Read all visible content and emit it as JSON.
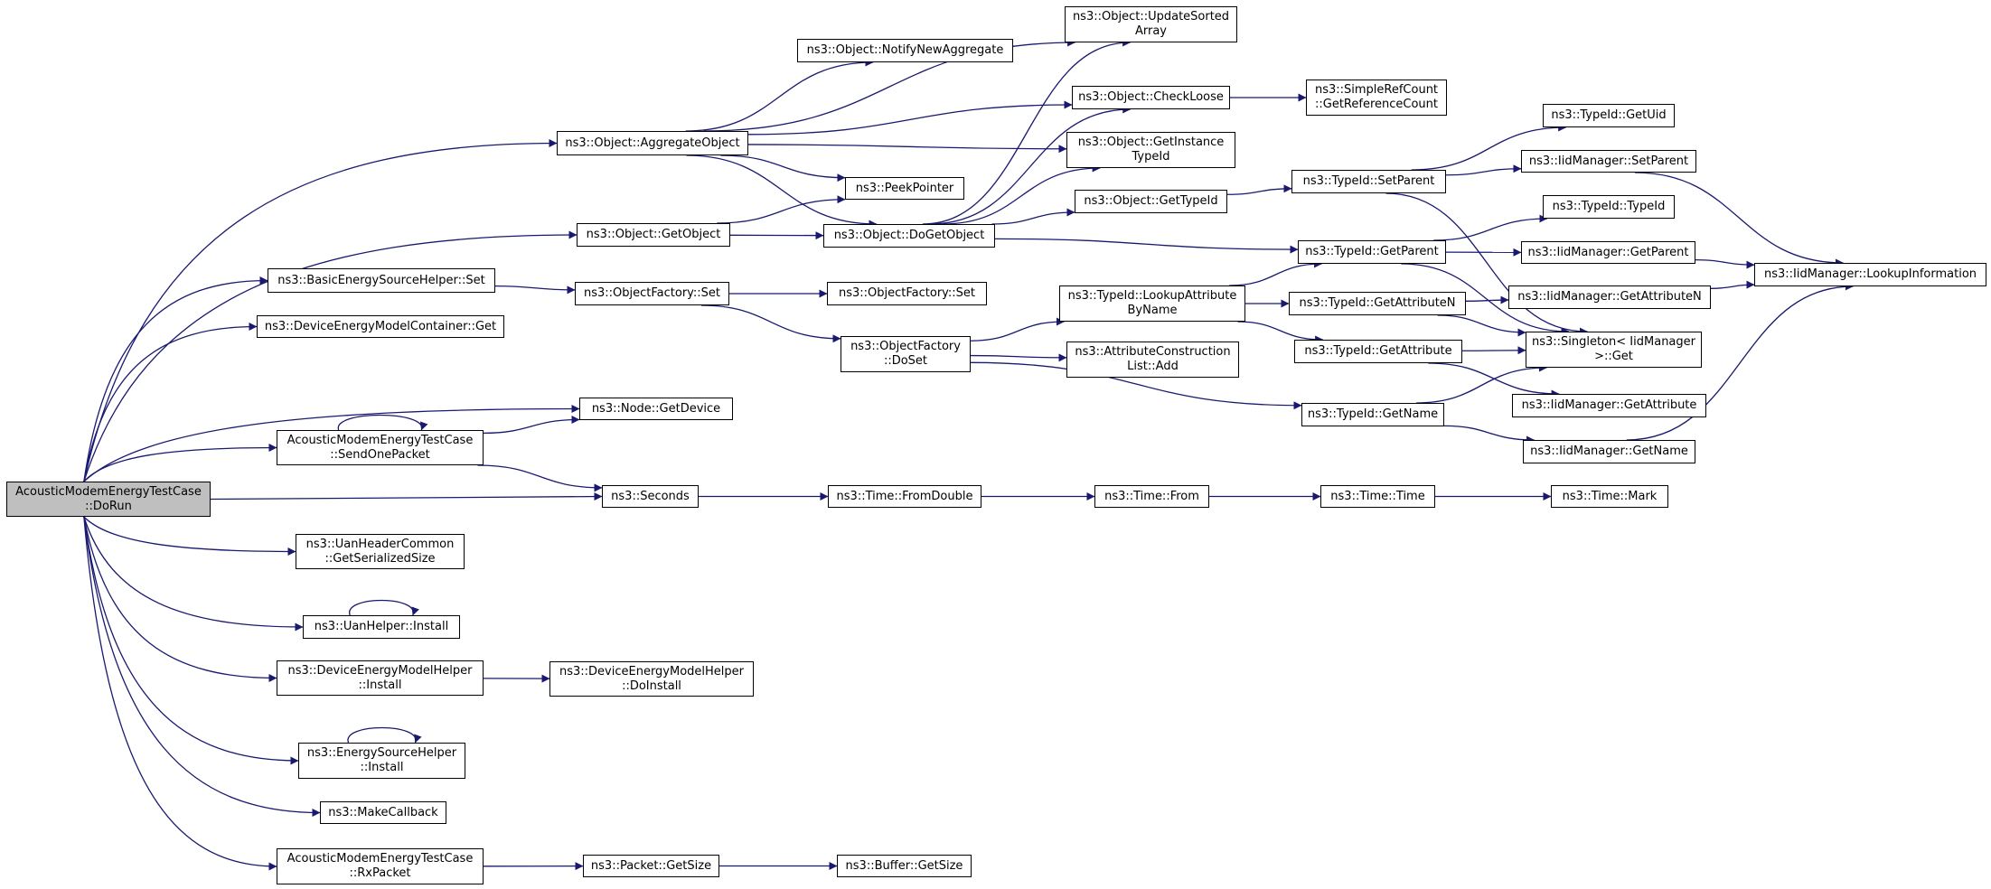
{
  "colors": {
    "edge": "#191970",
    "node_border": "#000000",
    "node_fill": "#ffffff",
    "root_fill": "#bfbfbf"
  },
  "nodes": [
    {
      "id": "root",
      "lines": [
        "AcousticModemEnergyTestCase",
        "::DoRun"
      ]
    },
    {
      "id": "aggregate",
      "lines": [
        "ns3::Object::AggregateObject"
      ]
    },
    {
      "id": "getobject",
      "lines": [
        "ns3::Object::GetObject"
      ]
    },
    {
      "id": "basicset",
      "lines": [
        "ns3::BasicEnergySourceHelper::Set"
      ]
    },
    {
      "id": "demcget",
      "lines": [
        "ns3::DeviceEnergyModelContainer::Get"
      ]
    },
    {
      "id": "sendone",
      "lines": [
        "AcousticModemEnergyTestCase",
        "::SendOnePacket"
      ]
    },
    {
      "id": "nodegetdevice",
      "lines": [
        "ns3::Node::GetDevice"
      ]
    },
    {
      "id": "seconds",
      "lines": [
        "ns3::Seconds"
      ]
    },
    {
      "id": "uanheader",
      "lines": [
        "ns3::UanHeaderCommon",
        "::GetSerializedSize"
      ]
    },
    {
      "id": "uanhelper",
      "lines": [
        "ns3::UanHelper::Install"
      ]
    },
    {
      "id": "demhelper",
      "lines": [
        "ns3::DeviceEnergyModelHelper",
        "::Install"
      ]
    },
    {
      "id": "demdoinstall",
      "lines": [
        "ns3::DeviceEnergyModelHelper",
        "::DoInstall"
      ]
    },
    {
      "id": "eshelper",
      "lines": [
        "ns3::EnergySourceHelper",
        "::Install"
      ]
    },
    {
      "id": "makecallback",
      "lines": [
        "ns3::MakeCallback"
      ]
    },
    {
      "id": "rxpacket",
      "lines": [
        "AcousticModemEnergyTestCase",
        "::RxPacket"
      ]
    },
    {
      "id": "packetgetsize",
      "lines": [
        "ns3::Packet::GetSize"
      ]
    },
    {
      "id": "buffergetsize",
      "lines": [
        "ns3::Buffer::GetSize"
      ]
    },
    {
      "id": "updatesorted",
      "lines": [
        "ns3::Object::UpdateSorted",
        "Array"
      ]
    },
    {
      "id": "notifynew",
      "lines": [
        "ns3::Object::NotifyNewAggregate"
      ]
    },
    {
      "id": "checkloose",
      "lines": [
        "ns3::Object::CheckLoose"
      ]
    },
    {
      "id": "getinstance",
      "lines": [
        "ns3::Object::GetInstance",
        "TypeId"
      ]
    },
    {
      "id": "peek",
      "lines": [
        "ns3::PeekPointer"
      ]
    },
    {
      "id": "dogetobject",
      "lines": [
        "ns3::Object::DoGetObject"
      ]
    },
    {
      "id": "objgettypeid",
      "lines": [
        "ns3::Object::GetTypeId"
      ]
    },
    {
      "id": "ofset",
      "lines": [
        "ns3::ObjectFactory::Set"
      ]
    },
    {
      "id": "ofset2",
      "lines": [
        "ns3::ObjectFactory::Set"
      ]
    },
    {
      "id": "ofdoset",
      "lines": [
        "ns3::ObjectFactory",
        "::DoSet"
      ]
    },
    {
      "id": "lookupattr",
      "lines": [
        "ns3::TypeId::LookupAttribute",
        "ByName"
      ]
    },
    {
      "id": "attrconst",
      "lines": [
        "ns3::AttributeConstruction",
        "List::Add"
      ]
    },
    {
      "id": "fromdouble",
      "lines": [
        "ns3::Time::FromDouble"
      ]
    },
    {
      "id": "timefrom",
      "lines": [
        "ns3::Time::From"
      ]
    },
    {
      "id": "timetime",
      "lines": [
        "ns3::Time::Time"
      ]
    },
    {
      "id": "timemark",
      "lines": [
        "ns3::Time::Mark"
      ]
    },
    {
      "id": "simplerefcount",
      "lines": [
        "ns3::SimpleRefCount",
        "::GetReferenceCount"
      ]
    },
    {
      "id": "tidsetparent",
      "lines": [
        "ns3::TypeId::SetParent"
      ]
    },
    {
      "id": "tidgetparent",
      "lines": [
        "ns3::TypeId::GetParent"
      ]
    },
    {
      "id": "tidgetattrn",
      "lines": [
        "ns3::TypeId::GetAttributeN"
      ]
    },
    {
      "id": "tidgetattr",
      "lines": [
        "ns3::TypeId::GetAttribute"
      ]
    },
    {
      "id": "tidgetname",
      "lines": [
        "ns3::TypeId::GetName"
      ]
    },
    {
      "id": "tidgetuid",
      "lines": [
        "ns3::TypeId::GetUid"
      ]
    },
    {
      "id": "iidsetparent",
      "lines": [
        "ns3::IidManager::SetParent"
      ]
    },
    {
      "id": "tidtypeid",
      "lines": [
        "ns3::TypeId::TypeId"
      ]
    },
    {
      "id": "iidgetparent",
      "lines": [
        "ns3::IidManager::GetParent"
      ]
    },
    {
      "id": "iidgetattrn",
      "lines": [
        "ns3::IidManager::GetAttributeN"
      ]
    },
    {
      "id": "singleton",
      "lines": [
        "ns3::Singleton< IidManager",
        ">::Get"
      ]
    },
    {
      "id": "iidgetattr",
      "lines": [
        "ns3::IidManager::GetAttribute"
      ]
    },
    {
      "id": "iidgetname",
      "lines": [
        "ns3::IidManager::GetName"
      ]
    },
    {
      "id": "iidlookup",
      "lines": [
        "ns3::IidManager::LookupInformation"
      ]
    }
  ],
  "edges": [
    [
      "root",
      "aggregate"
    ],
    [
      "root",
      "getobject"
    ],
    [
      "root",
      "basicset"
    ],
    [
      "root",
      "demcget"
    ],
    [
      "root",
      "nodegetdevice"
    ],
    [
      "root",
      "sendone"
    ],
    [
      "root",
      "seconds"
    ],
    [
      "root",
      "uanheader"
    ],
    [
      "root",
      "uanhelper"
    ],
    [
      "root",
      "demhelper"
    ],
    [
      "root",
      "eshelper"
    ],
    [
      "root",
      "makecallback"
    ],
    [
      "root",
      "rxpacket"
    ],
    [
      "aggregate",
      "updatesorted"
    ],
    [
      "aggregate",
      "notifynew"
    ],
    [
      "aggregate",
      "checkloose"
    ],
    [
      "aggregate",
      "getinstance"
    ],
    [
      "aggregate",
      "peek"
    ],
    [
      "aggregate",
      "dogetobject"
    ],
    [
      "getobject",
      "peek"
    ],
    [
      "getobject",
      "dogetobject"
    ],
    [
      "basicset",
      "ofset"
    ],
    [
      "ofset",
      "ofset2"
    ],
    [
      "ofset",
      "ofdoset"
    ],
    [
      "sendone",
      "sendone"
    ],
    [
      "sendone",
      "nodegetdevice"
    ],
    [
      "sendone",
      "seconds"
    ],
    [
      "uanhelper",
      "uanhelper"
    ],
    [
      "eshelper",
      "eshelper"
    ],
    [
      "demhelper",
      "demdoinstall"
    ],
    [
      "rxpacket",
      "packetgetsize"
    ],
    [
      "packetgetsize",
      "buffergetsize"
    ],
    [
      "seconds",
      "fromdouble"
    ],
    [
      "fromdouble",
      "timefrom"
    ],
    [
      "timefrom",
      "timetime"
    ],
    [
      "timetime",
      "timemark"
    ],
    [
      "dogetobject",
      "updatesorted"
    ],
    [
      "dogetobject",
      "checkloose"
    ],
    [
      "dogetobject",
      "getinstance"
    ],
    [
      "dogetobject",
      "objgettypeid"
    ],
    [
      "dogetobject",
      "tidgetparent"
    ],
    [
      "checkloose",
      "simplerefcount"
    ],
    [
      "objgettypeid",
      "tidsetparent"
    ],
    [
      "ofdoset",
      "lookupattr"
    ],
    [
      "ofdoset",
      "attrconst"
    ],
    [
      "ofdoset",
      "tidgetname"
    ],
    [
      "lookupattr",
      "tidgetparent"
    ],
    [
      "lookupattr",
      "tidgetattrn"
    ],
    [
      "lookupattr",
      "tidgetattr"
    ],
    [
      "tidsetparent",
      "tidgetuid"
    ],
    [
      "tidsetparent",
      "iidsetparent"
    ],
    [
      "tidsetparent",
      "singleton"
    ],
    [
      "tidgetparent",
      "tidtypeid"
    ],
    [
      "tidgetparent",
      "iidgetparent"
    ],
    [
      "tidgetparent",
      "singleton"
    ],
    [
      "tidgetattrn",
      "iidgetattrn"
    ],
    [
      "tidgetattrn",
      "singleton"
    ],
    [
      "tidgetattr",
      "singleton"
    ],
    [
      "tidgetattr",
      "iidgetattr"
    ],
    [
      "tidgetname",
      "singleton"
    ],
    [
      "tidgetname",
      "iidgetname"
    ],
    [
      "iidsetparent",
      "iidlookup"
    ],
    [
      "iidgetparent",
      "iidlookup"
    ],
    [
      "iidgetattrn",
      "iidlookup"
    ],
    [
      "iidgetname",
      "iidlookup"
    ]
  ]
}
